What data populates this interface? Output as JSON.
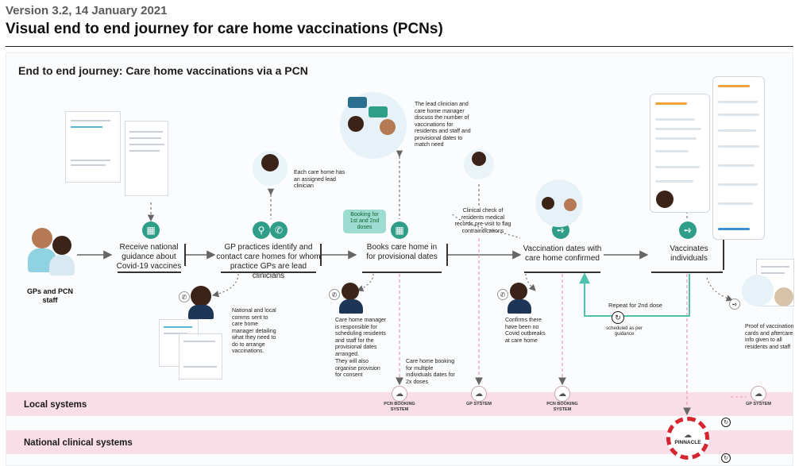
{
  "header": {
    "version": "Version 3.2, 14 January 2021",
    "title": "Visual end to end journey for care home vaccinations (PCNs)"
  },
  "journey": {
    "title": "End to end journey: Care home vaccinations via a PCN",
    "actor": "GPs and PCN staff",
    "stages": [
      {
        "label": "Receive national guidance about Covid-19 vaccines",
        "icon": "calendar-icon"
      },
      {
        "label": "GP practices identify and contact care homes for whom practice GPs are lead clinicians",
        "icon": "search-icon"
      },
      {
        "label": "Books care home in for provisional dates",
        "icon": "calendar-icon"
      },
      {
        "label": "Vaccination dates with care home confirmed",
        "icon": "syringe-icon"
      },
      {
        "label": "Vaccinates individuals",
        "icon": "syringe-icon"
      }
    ],
    "notes": {
      "lead_clinician": "Each care home has an assigned lead clinician",
      "discussion": "The lead clinician and care home manager discuss the number of vaccinations for residents and staff and provisional dates to match need",
      "booking_tag": "Booking for 1st and 2nd doses",
      "clinical_check": "Clinical check of residents medical records pre-visit to flag contraindications",
      "comms": "National and local comms sent to care home manager detailing what they need to do to arrange vaccinations.",
      "manager_responsible": "Care home manager is responsible for scheduling residents and staff for the provisional dates arranged.",
      "organise_consent": "They will also organise provision for consent",
      "multi_dates": "Care home booking for multiple individuals dates for 2x doses",
      "confirms_outbreaks": "Confirms there have been no Covid outbreaks at care home",
      "repeat_dose": "Repeat for 2nd dose",
      "scheduled": "scheduled as per guidance",
      "proof": "Proof of vaccination cards and aftercare info given to all residents and staff"
    }
  },
  "systems": {
    "local_label": "Local systems",
    "national_label": "National clinical systems",
    "pcn_booking_1": "PCN BOOKING SYSTEM",
    "gp_system_1": "GP SYSTEM",
    "pcn_booking_2": "PCN BOOKING SYSTEM",
    "gp_system_2": "GP SYSTEM",
    "pinnacle": "PINNACLE"
  },
  "colors": {
    "teal": "#2f9e88",
    "pink_band": "#f9dde7",
    "pinnacle_red": "#d6252f",
    "teal_tag": "#9edbd0"
  }
}
